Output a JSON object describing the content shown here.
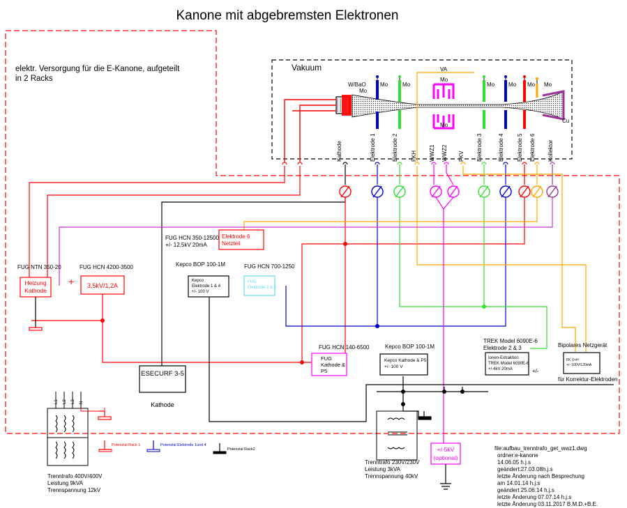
{
  "title": "Kanone mit abgebremsten Elektronen",
  "rack_note": [
    "elektr. Versorgung für die E-Kanone, aufgeteilt",
    "in 2 Racks"
  ],
  "vacuum": {
    "label": "Vakuum",
    "cathode_label": "W/BaO",
    "mo": "Mo",
    "va": "VA",
    "cu": "Cu",
    "feedthroughs": [
      "Kathode",
      "Elektrode 1",
      "Elektrode 2",
      "FKH",
      "WWZ1",
      "WWZ2",
      "FKV",
      "Elektrode 3",
      "Elektrode 4",
      "Elektrode 5",
      "Elektrode 6",
      "Kollektor"
    ]
  },
  "supplies": {
    "fug_ntn": "FUG NTN 350-20",
    "heizung": [
      "Heizung",
      "Kathode"
    ],
    "fug_hcn4200": "FUG HCN 4200-3500",
    "hcn4200_value": "3,5kV/1,2A",
    "fug_hcn350": [
      "FUG HCN 350-12500",
      "+/- 12.5kV  20mA"
    ],
    "elektrode6": [
      "Elektrode 6",
      "Netzteil"
    ],
    "kepco_bop_1": "Kepco BOP 100-1M",
    "kepco_box_1": [
      "Kepco",
      "Elektrode 1 & 4",
      "+/-      100 V"
    ],
    "fug_hcn700": "FUG HCN 700-1250",
    "hcn700_box": [
      "FUG",
      "Elektrode 2 & 5"
    ],
    "esecurf": "ESECURF 3-5",
    "kathode": "Kathode",
    "fug_hcn140": "FUG HCN 140-6500",
    "fug_box": [
      "FUG",
      "Kathode &",
      "P5"
    ],
    "kepco_bop_2": "Kepco BOP 100-1M",
    "kepco_box_2": [
      "Kepco Kathode & P5",
      "+/-          100 V"
    ],
    "trek_title": [
      "TREK Model 6090E-6",
      "Elektrode 2 & 3"
    ],
    "trek_box": [
      "Ionen-Extraktion",
      "TREK Model 6090E-6",
      "+/-4kV  20mA"
    ],
    "trek_note": "+/-",
    "bipolar_title": "Bipolares Netzgerät",
    "bipolar_box": [
      "FK V+H",
      "+/- 100V/120mA"
    ],
    "bipolar_note": "für Korrektur-Elektroden",
    "optional": [
      "+/-5kV",
      "(optional)"
    ],
    "plus": "+"
  },
  "transformers": {
    "big": [
      "Trenntrafo 400V/400V",
      "Leistung 9kVA",
      "Trennspannung 12kV"
    ],
    "small": [
      "Trenntrafo 230V/230V",
      "Leistung 3kVA",
      "Trennspannung 40kV"
    ],
    "terminals": [
      "L1",
      "L2",
      "L3",
      "N"
    ]
  },
  "legend": {
    "rack1": "Potenzial Rack 1",
    "elektrode": "Potenzial Elektrode 1und 4",
    "rack2": "Potenzial Rack2"
  },
  "file_info": [
    "file:aufbau_trenntrafo_get_wwz1.dwg",
    "ordner:e-kanone",
    "14.06.05 h.j.s",
    "geändert:27.03.08h.j.s",
    "letzte Änderung nach Besprechung",
    "am 14.01.14 h.j.s",
    "geändert 25.06.14 h.j.s",
    "letzte Änderung 07.07.14 h.j.s",
    "letzte Änderung 03.11.2017 B.M.D.+B.E."
  ],
  "colors": {
    "red": "#ff0000",
    "blue": "#0000cc",
    "green": "#33dd33",
    "magenta": "#ff00ff",
    "orange": "#ffa500",
    "purple": "#993399",
    "cyan": "#66ddee",
    "dkred": "#cc0000"
  }
}
